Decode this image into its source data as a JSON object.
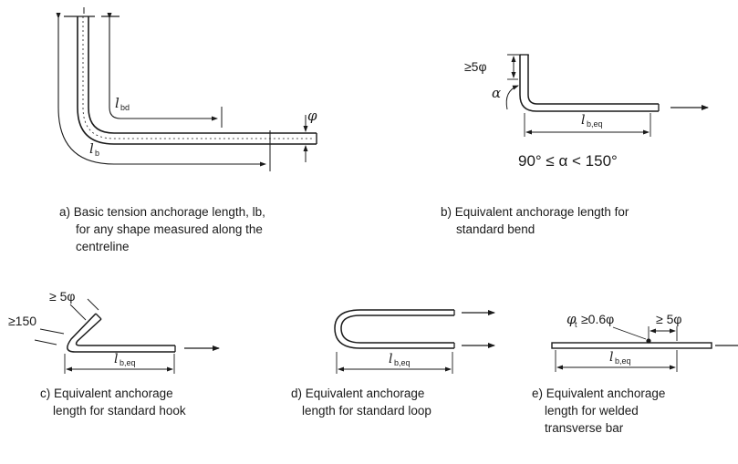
{
  "panel_a": {
    "caption": [
      "a)  Basic tension anchorage length, lb,",
      "for any shape measured along the",
      "centreline"
    ],
    "lbd_main": "l",
    "lbd_sub": "bd",
    "lb_main": "l",
    "lb_sub": "b",
    "phi": "φ"
  },
  "panel_b": {
    "caption": [
      "b) Equivalent anchorage length for",
      "standard bend"
    ],
    "bend_dim": "≥5φ",
    "alpha": "α",
    "leq_main": "l",
    "leq_sub": "b,eq",
    "angle_range": "90° ≤ α < 150°"
  },
  "panel_c": {
    "caption": [
      "c) Equivalent anchorage",
      "length for standard hook"
    ],
    "dim_5phi": "≥ 5φ",
    "dim_150": "≥150",
    "leq_main": "l",
    "leq_sub": "b,eq"
  },
  "panel_d": {
    "caption": [
      "d) Equivalent anchorage",
      "length for standard loop"
    ],
    "leq_main": "l",
    "leq_sub": "b,eq"
  },
  "panel_e": {
    "caption": [
      "e) Equivalent anchorage",
      "length for welded",
      "transverse bar"
    ],
    "phi_t_main": "φ",
    "phi_t_sub": "t",
    "phi_t_cond": "≥0.6φ",
    "dim_5phi": "≥ 5φ",
    "leq_main": "l",
    "leq_sub": "b,eq"
  }
}
